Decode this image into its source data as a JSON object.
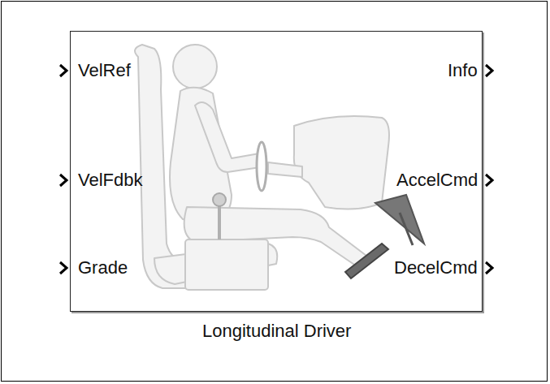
{
  "diagram": {
    "nodes": [
      {
        "text": [
          "Longitudinal Driver"
        ]
      }
    ],
    "labels": [
      "VelRef",
      "VelFdbk",
      "Grade",
      "Info",
      "AccelCmd",
      "DecelCmd"
    ]
  }
}
